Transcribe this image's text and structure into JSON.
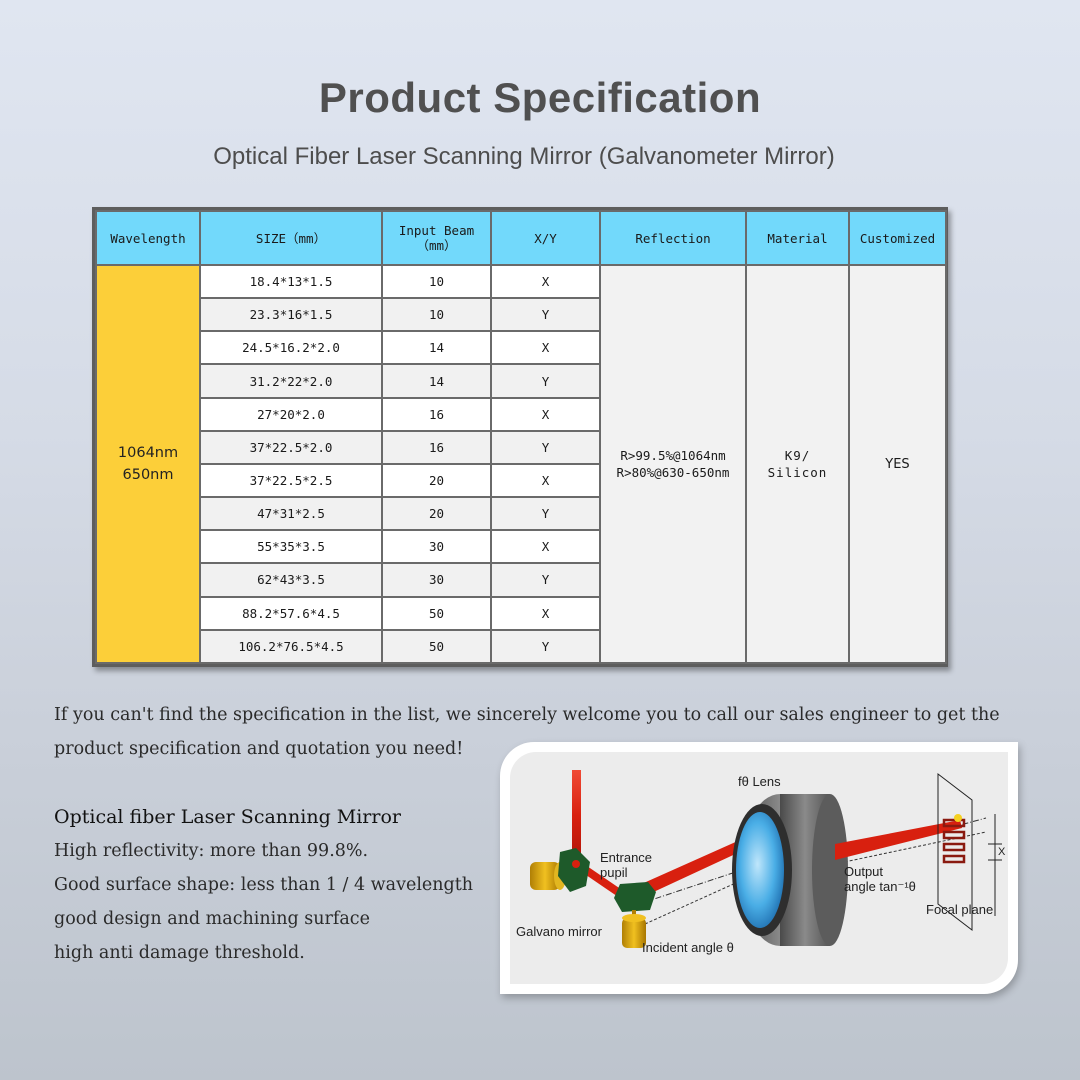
{
  "header": {
    "title": "Product Specification",
    "subtitle": "Optical Fiber Laser Scanning Mirror (Galvanometer Mirror)"
  },
  "colors": {
    "header_bg": "#72d9fb",
    "wavelength_bg": "#fccf39",
    "border": "#6a6a6a",
    "laser_red": "#e02a1a",
    "mirror_green": "#1e5a2a",
    "motor_yellow": "#d7a510",
    "lens_blue": "#3aa6e0"
  },
  "table": {
    "headers": {
      "wavelength": "Wavelength",
      "size": "SIZE（mm）",
      "input_beam_line1": "Input Beam",
      "input_beam_line2": "（mm）",
      "xy": "X/Y",
      "reflection": "Reflection",
      "material": "Material",
      "customized": "Customized"
    },
    "wavelength": {
      "line1": "1064nm",
      "line2": "650nm"
    },
    "reflection": {
      "line1": "R>99.5%@1064nm",
      "line2": "R>80%@630-650nm"
    },
    "material": {
      "line1": "K9/",
      "line2": "Silicon"
    },
    "customized": "YES",
    "rows": [
      {
        "size": "18.4*13*1.5",
        "beam": "10",
        "axis": "X"
      },
      {
        "size": "23.3*16*1.5",
        "beam": "10",
        "axis": "Y"
      },
      {
        "size": "24.5*16.2*2.0",
        "beam": "14",
        "axis": "X"
      },
      {
        "size": "31.2*22*2.0",
        "beam": "14",
        "axis": "Y"
      },
      {
        "size": "27*20*2.0",
        "beam": "16",
        "axis": "X"
      },
      {
        "size": "37*22.5*2.0",
        "beam": "16",
        "axis": "Y"
      },
      {
        "size": "37*22.5*2.5",
        "beam": "20",
        "axis": "X"
      },
      {
        "size": "47*31*2.5",
        "beam": "20",
        "axis": "Y"
      },
      {
        "size": "55*35*3.5",
        "beam": "30",
        "axis": "X"
      },
      {
        "size": "62*43*3.5",
        "beam": "30",
        "axis": "Y"
      },
      {
        "size": "88.2*57.6*4.5",
        "beam": "50",
        "axis": "X"
      },
      {
        "size": "106.2*76.5*4.5",
        "beam": "50",
        "axis": "Y"
      }
    ]
  },
  "note": {
    "line1": "If you can't find the specification in the  list, we sincerely welcome you to call our sales engineer to get the",
    "line2": "product specification and quotation you need!"
  },
  "features": {
    "title": "Optical fiber Laser Scanning Mirror",
    "items": [
      "High reflectivity: more than 99.8%.",
      "Good surface shape: less than 1 / 4 wavelength",
      "good design and machining surface",
      "high anti damage threshold."
    ]
  },
  "diagram": {
    "labels": {
      "lens": "fθ Lens",
      "entrance_line1": "Entrance",
      "entrance_line2": "pupil",
      "galvano": "Galvano mirror",
      "incident": "Incident angle θ",
      "output_line1": "Output",
      "output_line2": "angle tan⁻¹θ",
      "focal": "Focal plane",
      "x_marker": "X"
    }
  }
}
